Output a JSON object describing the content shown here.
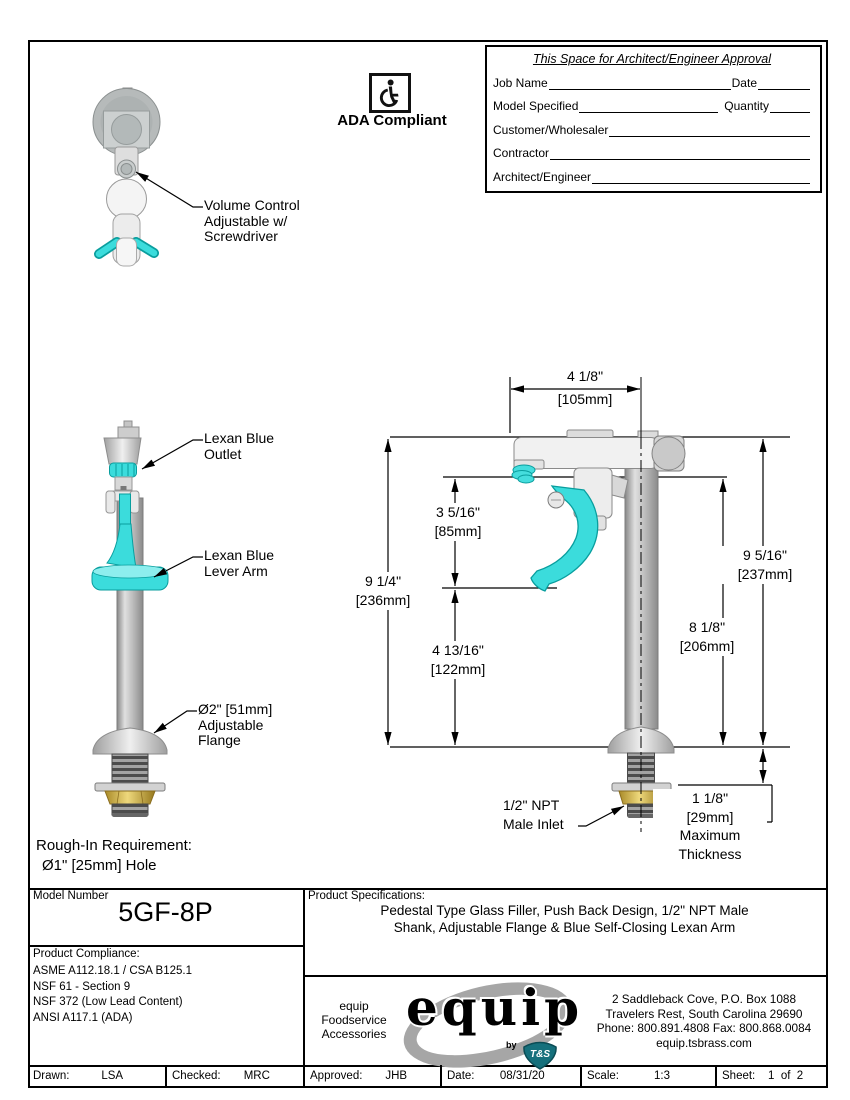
{
  "colors": {
    "lexan-blue": "#3BDCDC",
    "lexan-blue-dark": "#089E9E",
    "brass": "#E2C460",
    "drawing-gray": "#BFBFBF"
  },
  "ada": {
    "label": "ADA Compliant"
  },
  "approval_box": {
    "title": "This Space for Architect/Engineer Approval",
    "rows": [
      {
        "label": "Job Name",
        "label2": "Date"
      },
      {
        "label": "Model Specified",
        "label2": "Quantity"
      },
      {
        "label": "Customer/Wholesaler"
      },
      {
        "label": "Contractor"
      },
      {
        "label": "Architect/Engineer"
      }
    ]
  },
  "callouts": {
    "volume": [
      "Volume Control",
      "Adjustable w/",
      "Screwdriver"
    ],
    "outlet": [
      "Lexan Blue",
      "Outlet"
    ],
    "lever": [
      "Lexan Blue",
      "Lever Arm"
    ],
    "flange": [
      "Ø2\" [51mm]",
      "Adjustable",
      "Flange"
    ],
    "inlet": [
      "1/2\" NPT",
      "Male Inlet"
    ],
    "rough_in": [
      "Rough-In Requirement:",
      "Ø1\" [25mm] Hole"
    ]
  },
  "dims": {
    "top": {
      "in": "4 1/8\"",
      "mm": "[105mm]"
    },
    "spout": {
      "in": "3 5/16\"",
      "mm": "[85mm]"
    },
    "overall_left": {
      "in": "9 1/4\"",
      "mm": "[236mm]"
    },
    "lever_to_deck": {
      "in": "4 13/16\"",
      "mm": "[122mm]"
    },
    "overall_right": {
      "in": "9 5/16\"",
      "mm": "[237mm]"
    },
    "shank": {
      "in": "8 1/8\"",
      "mm": "[206mm]"
    },
    "thickness": {
      "in": "1 1/8\"",
      "mm": "[29mm]",
      "note1": "Maximum",
      "note2": "Thickness"
    }
  },
  "title_block": {
    "model_number_label": "Model Number",
    "model_number": "5GF-8P",
    "compliance_label": "Product Compliance:",
    "compliance_items": [
      "ASME A112.18.1 / CSA B125.1",
      "NSF 61 - Section 9",
      "NSF 372 (Low Lead Content)",
      "ANSI A117.1 (ADA)"
    ],
    "specs_label": "Product Specifications:",
    "specs_lines": [
      "Pedestal Type Glass Filler, Push Back Design, 1/2\" NPT Male",
      "Shank, Adjustable Flange & Blue Self-Closing Lexan Arm"
    ],
    "brand": {
      "small_lines": [
        "equip",
        "Foodservice",
        "Accessories"
      ],
      "logo_text": "equip",
      "by": "by",
      "ts": "T&S",
      "address_lines": [
        "2 Saddleback Cove, P.O. Box 1088",
        "Travelers Rest, South Carolina 29690",
        "Phone: 800.891.4808  Fax: 800.868.0084",
        "equip.tsbrass.com"
      ]
    },
    "footer": [
      {
        "label": "Drawn:",
        "value": "LSA"
      },
      {
        "label": "Checked:",
        "value": "MRC"
      },
      {
        "label": "Approved:",
        "value": "JHB"
      },
      {
        "label": "Date:",
        "value": "08/31/20"
      },
      {
        "label": "Scale:",
        "value": "1:3"
      },
      {
        "label": "Sheet:",
        "value": "1  of  2"
      }
    ]
  }
}
